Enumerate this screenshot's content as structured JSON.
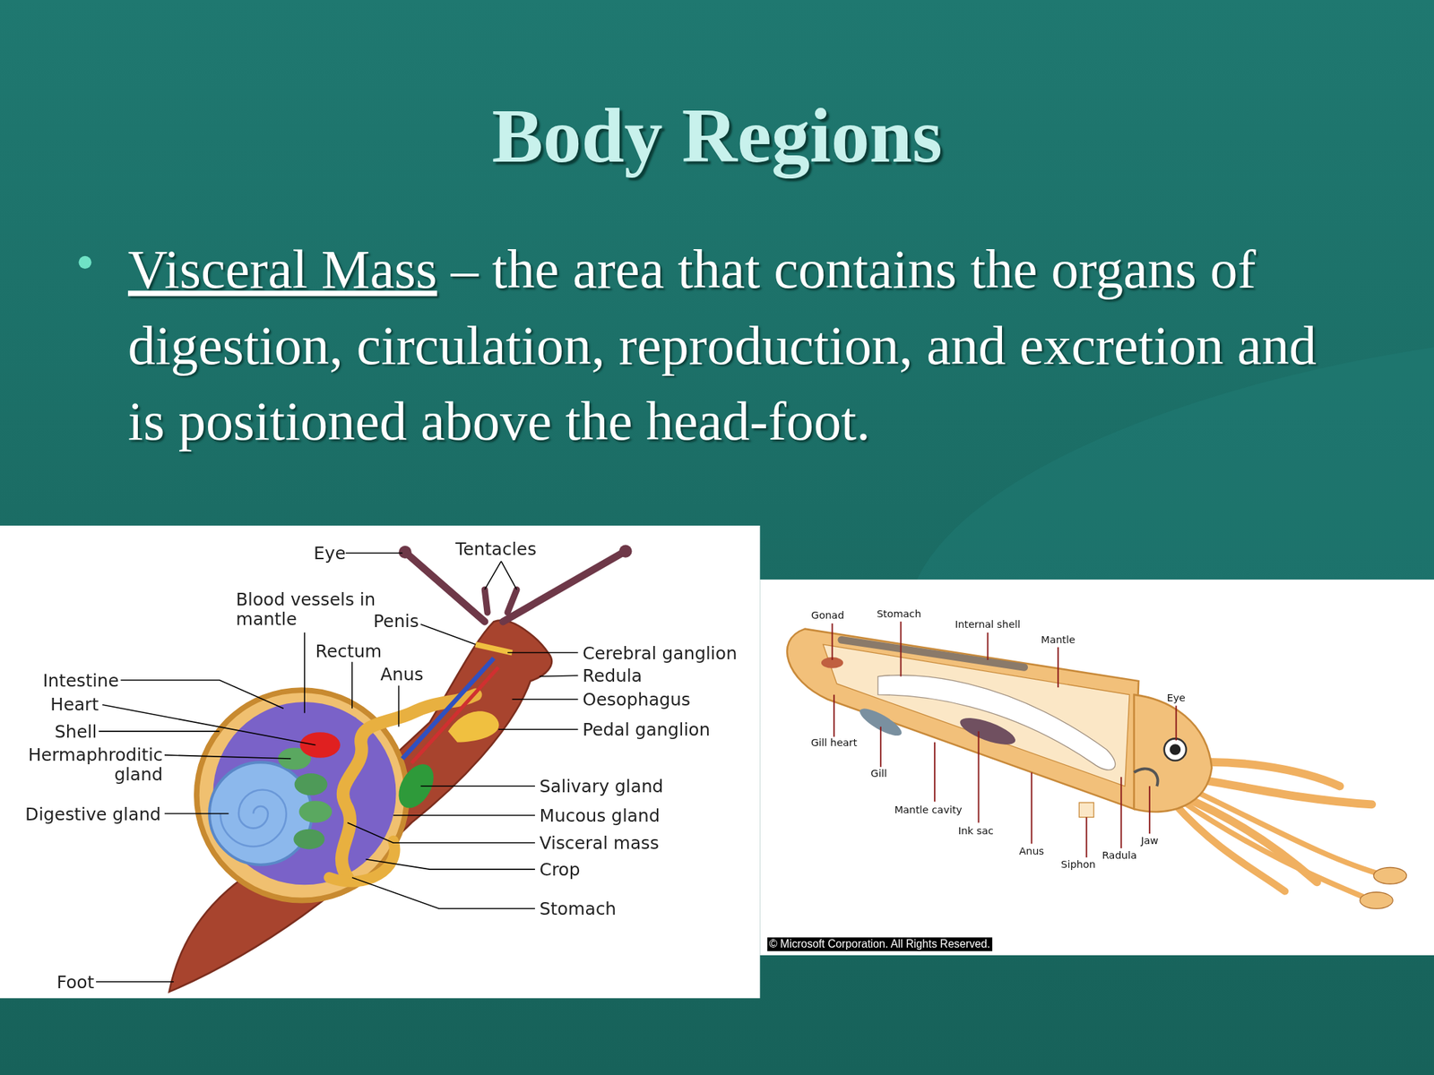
{
  "diagram": {
    "title": "Body Regions",
    "labels": [
      "Visceral Mass",
      "– the area that contains the organs of digestion, circulation, reproduction, and excretion and is positioned above the head-foot.",
      "Eye",
      "Tentacles",
      "Blood vessels in mantle",
      "Penis",
      "Rectum",
      "Anus",
      "Intestine",
      "Heart",
      "Shell",
      "Hermaphroditic gland",
      "Digestive gland",
      "Cerebral ganglion",
      "Redula",
      "Oesophagus",
      "Pedal ganglion",
      "Salivary gland",
      "Mucous gland",
      "Visceral mass",
      "Crop",
      "Stomach",
      "Foot",
      "Gonad",
      "Stomach",
      "Internal shell",
      "Mantle",
      "Eye",
      "Gill heart",
      "Gill",
      "Mantle cavity",
      "Ink sac",
      "Anus",
      "Siphon",
      "Radula",
      "Jaw",
      "© Microsoft Corporation. All Rights Reserved."
    ]
  }
}
